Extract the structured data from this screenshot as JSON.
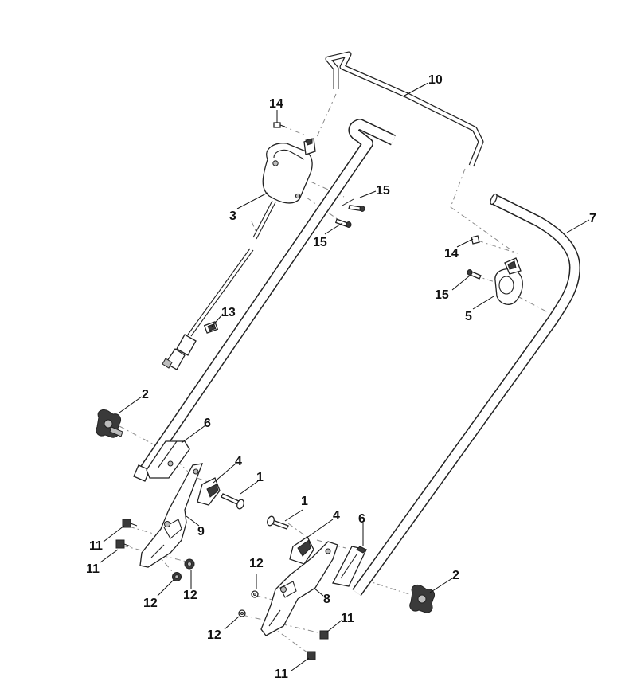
{
  "callouts": {
    "c10": "10",
    "c14a": "14",
    "c15a": "15",
    "c3": "3",
    "c15b": "15",
    "c7": "7",
    "c14b": "14",
    "c15c": "15",
    "c5": "5",
    "c13": "13",
    "c2a": "2",
    "c6a": "6",
    "c4a": "4",
    "c1a": "1",
    "c9": "9",
    "c11a": "11",
    "c11b": "11",
    "c12a": "12",
    "c12b": "12",
    "c1b": "1",
    "c4b": "4",
    "c6b": "6",
    "c12c": "12",
    "c8": "8",
    "c2b": "2",
    "c12d": "12",
    "c11c": "11",
    "c11d": "11"
  }
}
